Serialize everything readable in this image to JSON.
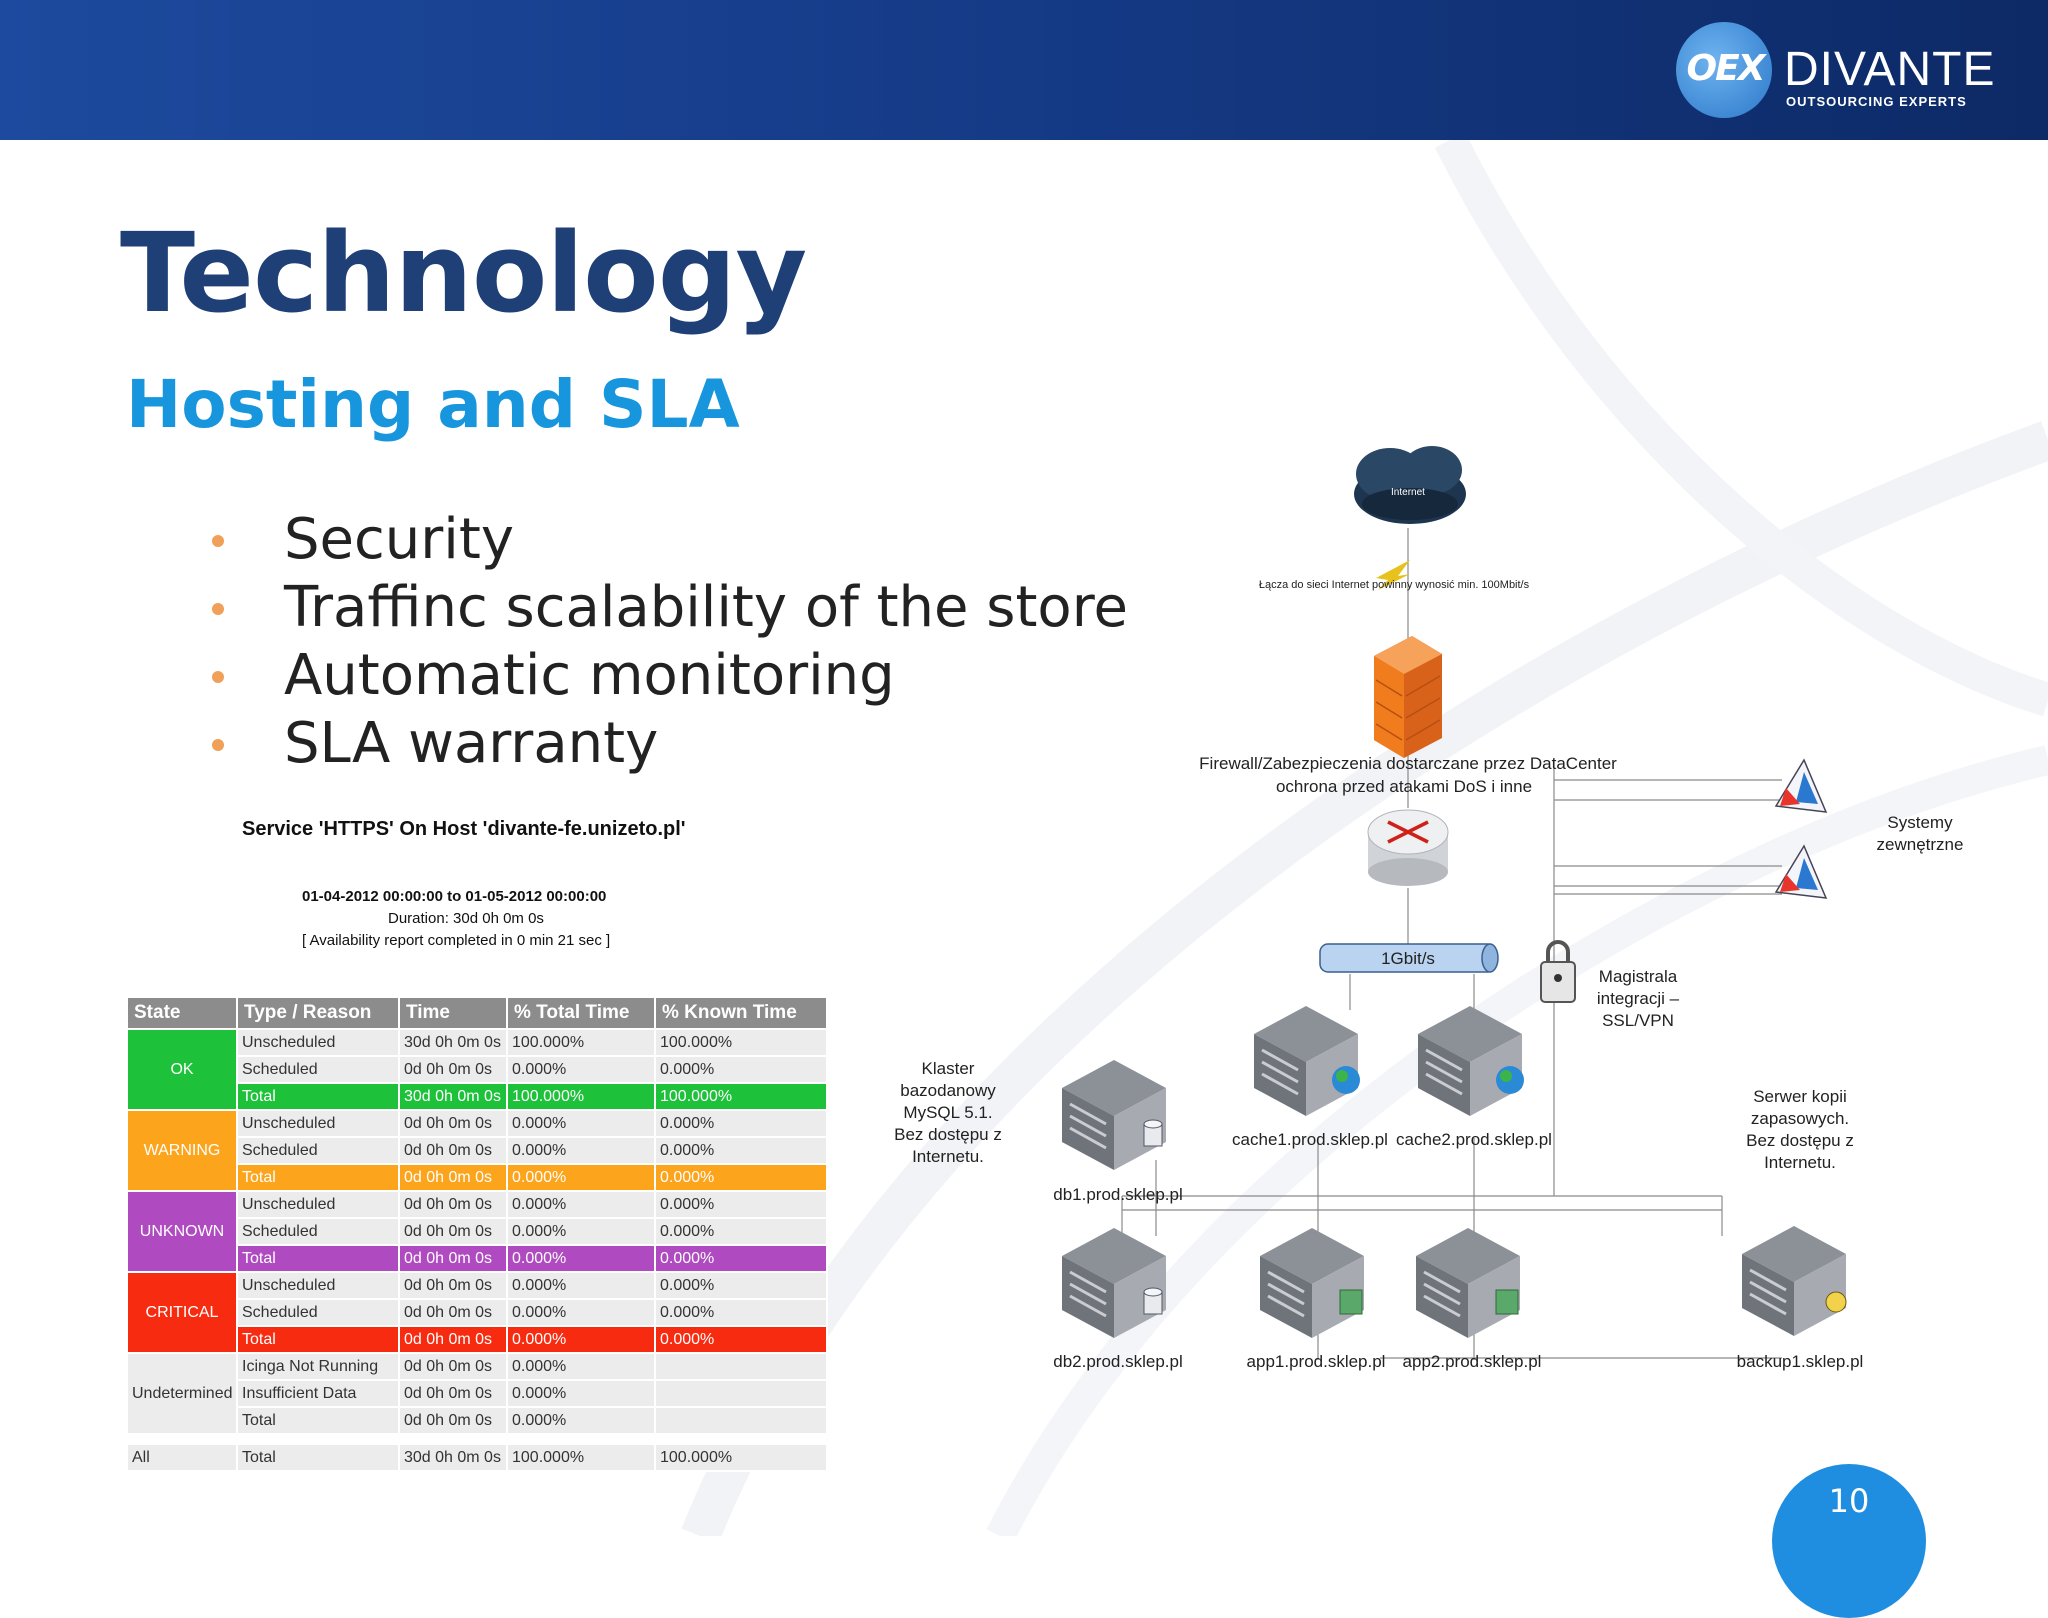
{
  "logo": {
    "mark": "OEX",
    "brand": "DIVANTE",
    "tagline": "OUTSOURCING EXPERTS"
  },
  "slide": {
    "title": "Technology",
    "subtitle": "Hosting and SLA",
    "bullets": [
      "Security",
      "Traffinc scalability of the store",
      "Automatic monitoring",
      "SLA warranty"
    ],
    "page_number": "10"
  },
  "report": {
    "title": "Service 'HTTPS' On Host 'divante-fe.unizeto.pl'",
    "range": "01-04-2012 00:00:00 to 01-05-2012 00:00:00",
    "duration": "Duration: 30d 0h 0m 0s",
    "note": "[ Availability report completed in 0 min 21 sec ]",
    "headers": [
      "State",
      "Type / Reason",
      "Time",
      "% Total Time",
      "% Known Time"
    ],
    "groups": [
      {
        "state": "OK",
        "color": "#1dc23a",
        "rows": [
          {
            "type": "Unscheduled",
            "time": "30d 0h 0m 0s",
            "total": "100.000%",
            "known": "100.000%"
          },
          {
            "type": "Scheduled",
            "time": "0d 0h 0m 0s",
            "total": "0.000%",
            "known": "0.000%"
          },
          {
            "type": "Total",
            "time": "30d 0h 0m 0s",
            "total": "100.000%",
            "known": "100.000%"
          }
        ]
      },
      {
        "state": "WARNING",
        "color": "#fca41c",
        "rows": [
          {
            "type": "Unscheduled",
            "time": "0d 0h 0m 0s",
            "total": "0.000%",
            "known": "0.000%"
          },
          {
            "type": "Scheduled",
            "time": "0d 0h 0m 0s",
            "total": "0.000%",
            "known": "0.000%"
          },
          {
            "type": "Total",
            "time": "0d 0h 0m 0s",
            "total": "0.000%",
            "known": "0.000%"
          }
        ]
      },
      {
        "state": "UNKNOWN",
        "color": "#b04ac0",
        "rows": [
          {
            "type": "Unscheduled",
            "time": "0d 0h 0m 0s",
            "total": "0.000%",
            "known": "0.000%"
          },
          {
            "type": "Scheduled",
            "time": "0d 0h 0m 0s",
            "total": "0.000%",
            "known": "0.000%"
          },
          {
            "type": "Total",
            "time": "0d 0h 0m 0s",
            "total": "0.000%",
            "known": "0.000%"
          }
        ]
      },
      {
        "state": "CRITICAL",
        "color": "#f72b10",
        "rows": [
          {
            "type": "Unscheduled",
            "time": "0d 0h 0m 0s",
            "total": "0.000%",
            "known": "0.000%"
          },
          {
            "type": "Scheduled",
            "time": "0d 0h 0m 0s",
            "total": "0.000%",
            "known": "0.000%"
          },
          {
            "type": "Total",
            "time": "0d 0h 0m 0s",
            "total": "0.000%",
            "known": "0.000%"
          }
        ]
      },
      {
        "state": "Undetermined",
        "color": "#ececec",
        "rows": [
          {
            "type": "Icinga Not Running",
            "time": "0d 0h 0m 0s",
            "total": "0.000%",
            "known": ""
          },
          {
            "type": "Insufficient Data",
            "time": "0d 0h 0m 0s",
            "total": "0.000%",
            "known": ""
          },
          {
            "type": "Total",
            "time": "0d 0h 0m 0s",
            "total": "0.000%",
            "known": ""
          }
        ]
      }
    ],
    "all_row": {
      "state": "All",
      "type": "Total",
      "time": "30d 0h 0m 0s",
      "total": "100.000%",
      "known": "100.000%"
    }
  },
  "diagram": {
    "internet": "Internet",
    "internet_link": "Łącza do sieci Internet powinny wynosić min. 100Mbit/s",
    "firewall_line1": "Firewall/Zabezpieczenia dostarczane przez DataCenter",
    "firewall_line2": "ochrona przed atakami DoS i inne",
    "switch": "1Gbit/s",
    "external": [
      "Systemy",
      "zewnętrzne"
    ],
    "vpn": [
      "Magistrala",
      "integracji –",
      "SSL/VPN"
    ],
    "cluster": [
      "Klaster",
      "bazodanowy",
      "MySQL 5.1.",
      "Bez dostępu z",
      "Internetu."
    ],
    "backup_note": [
      "Serwer kopii",
      "zapasowych.",
      "Bez dostępu z",
      "Internetu."
    ],
    "servers": {
      "db1": "db1.prod.sklep.pl",
      "db2": "db2.prod.sklep.pl",
      "cache1": "cache1.prod.sklep.pl",
      "cache2": "cache2.prod.sklep.pl",
      "app1": "app1.prod.sklep.pl",
      "app2": "app2.prod.sklep.pl",
      "backup": "backup1.sklep.pl"
    }
  },
  "colors": {
    "header": "#153a86",
    "title": "#1f3f77",
    "subtitle": "#1796dd",
    "bullet": "#f0a058",
    "page_circle": "#1f8ee0",
    "firewall": "#f07c1e"
  },
  "icons": [
    "cloud-icon",
    "lightning-icon",
    "firewall-icon",
    "router-icon",
    "switch-icon",
    "lock-icon",
    "server-icon",
    "globe-icon",
    "database-icon",
    "triangle-app-icon"
  ]
}
